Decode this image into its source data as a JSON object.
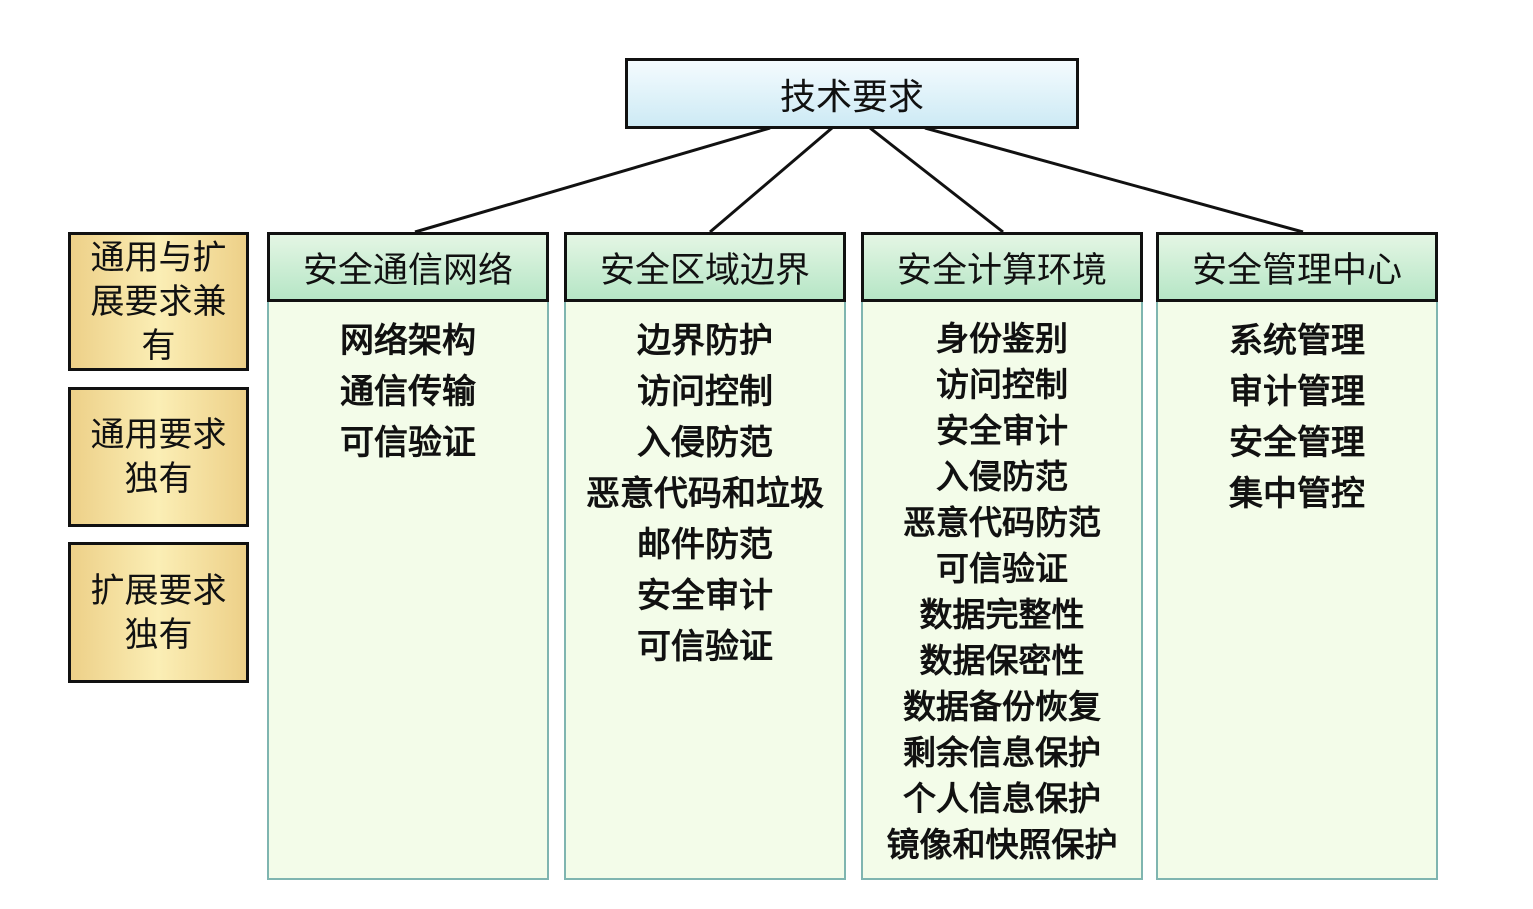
{
  "root": "技术要求",
  "legend": [
    "通用与扩展要求兼有",
    "通用要求独有",
    "扩展要求独有"
  ],
  "columns": [
    {
      "title": "安全通信网络",
      "items": [
        "网络架构",
        "通信传输",
        "可信验证"
      ]
    },
    {
      "title": "安全区域边界",
      "items": [
        "边界防护",
        "访问控制",
        "入侵防范",
        "恶意代码和垃圾",
        "邮件防范",
        "安全审计",
        "可信验证"
      ]
    },
    {
      "title": "安全计算环境",
      "items": [
        "身份鉴别",
        "访问控制",
        "安全审计",
        "入侵防范",
        "恶意代码防范",
        "可信验证",
        "数据完整性",
        "数据保密性",
        "数据备份恢复",
        "剩余信息保护",
        "个人信息保护",
        "镜像和快照保护"
      ]
    },
    {
      "title": "安全管理中心",
      "items": [
        "系统管理",
        "审计管理",
        "安全管理",
        "集中管控"
      ]
    }
  ]
}
